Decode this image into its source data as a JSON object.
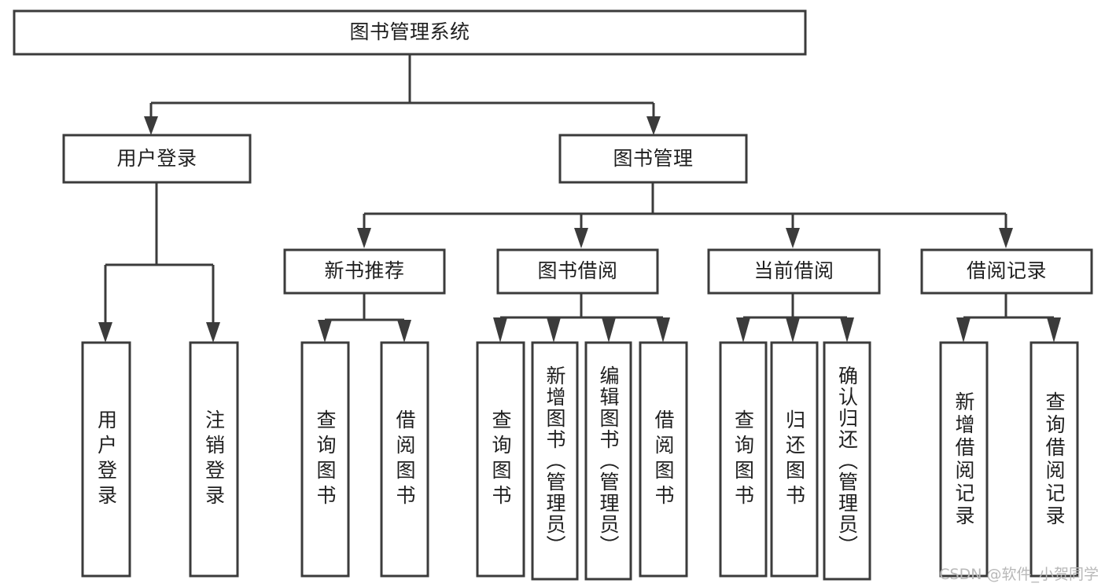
{
  "diagram": {
    "type": "tree-hierarchy-chart",
    "title": "图书管理系统",
    "watermark": "CSDN @软件_小贺同学",
    "colors": {
      "stroke": "#3b3b3b",
      "fill": "#ffffff",
      "text": "#1f1f1f",
      "watermark": "#b8b8b8"
    },
    "root": {
      "label": "图书管理系统"
    },
    "level1": [
      {
        "label": "用户登录"
      },
      {
        "label": "图书管理"
      }
    ],
    "user_login_children": [
      {
        "label": "用户登录"
      },
      {
        "label": "注销登录"
      }
    ],
    "book_manage_groups": [
      {
        "label": "新书推荐",
        "children": [
          {
            "label": "查询图书"
          },
          {
            "label": "借阅图书"
          }
        ]
      },
      {
        "label": "图书借阅",
        "children": [
          {
            "label": "查询图书"
          },
          {
            "label": "新增图书（管理员）"
          },
          {
            "label": "编辑图书（管理员）"
          },
          {
            "label": "借阅图书"
          }
        ]
      },
      {
        "label": "当前借阅",
        "children": [
          {
            "label": "查询图书"
          },
          {
            "label": "归还图书"
          },
          {
            "label": "确认归还（管理员）"
          }
        ]
      },
      {
        "label": "借阅记录",
        "children": [
          {
            "label": "新增借阅记录"
          },
          {
            "label": "查询借阅记录"
          }
        ]
      }
    ]
  }
}
